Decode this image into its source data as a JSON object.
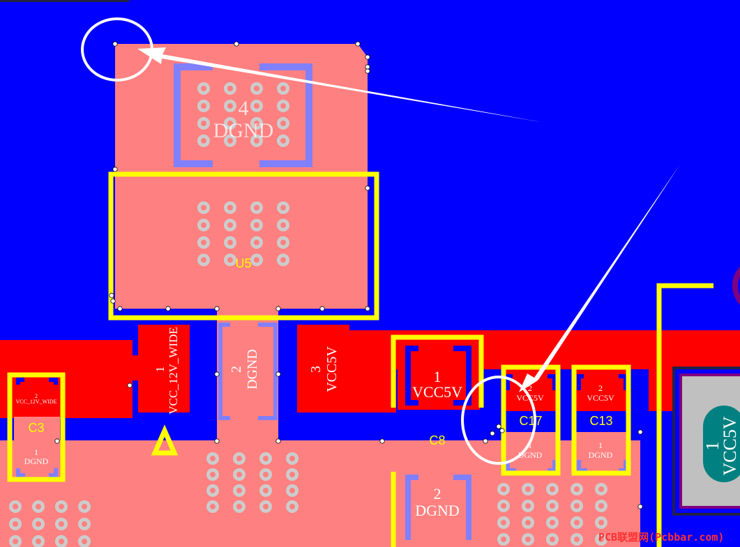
{
  "colors": {
    "board": "#0000ff",
    "copper_top": "#ff0000",
    "copper_pour": "#ff8080",
    "silkscreen": "#ffff00",
    "pad_outline": "#8080ff",
    "annotation": "#ffffff",
    "via": "#cccccc"
  },
  "u5": {
    "designator": "U5",
    "pad_4": {
      "number": "4",
      "net": "DGND"
    },
    "pin_1": {
      "number": "1",
      "net": "VCC_12V_WIDE"
    },
    "pin_2": {
      "number": "2",
      "net": "DGND"
    },
    "pin_3": {
      "number": "3",
      "net": "VCC5V"
    }
  },
  "c8": {
    "designator": "C8",
    "pad_1": {
      "number": "1",
      "net": "VCC5V"
    },
    "pad_2": {
      "number": "2",
      "net": "DGND"
    }
  },
  "c3": {
    "designator": "C3",
    "pad_2": {
      "number": "2",
      "net": "VCC_12V_WIDE"
    },
    "pad_1": {
      "number": "1",
      "net": "DGND"
    }
  },
  "c17": {
    "designator": "C17",
    "pad_2": {
      "number": "2",
      "net": "VCC5V"
    },
    "pad_1": {
      "number": "1",
      "net": "DGND"
    }
  },
  "c13": {
    "designator": "C13",
    "pad_2": {
      "number": "2",
      "net": "VCC5V"
    },
    "pad_1": {
      "number": "1",
      "net": "DGND"
    }
  },
  "right_part": {
    "pad_1": {
      "number": "1",
      "net": "VCC5V"
    }
  },
  "watermark": "PCB联盟网(Pcbbar.com)"
}
